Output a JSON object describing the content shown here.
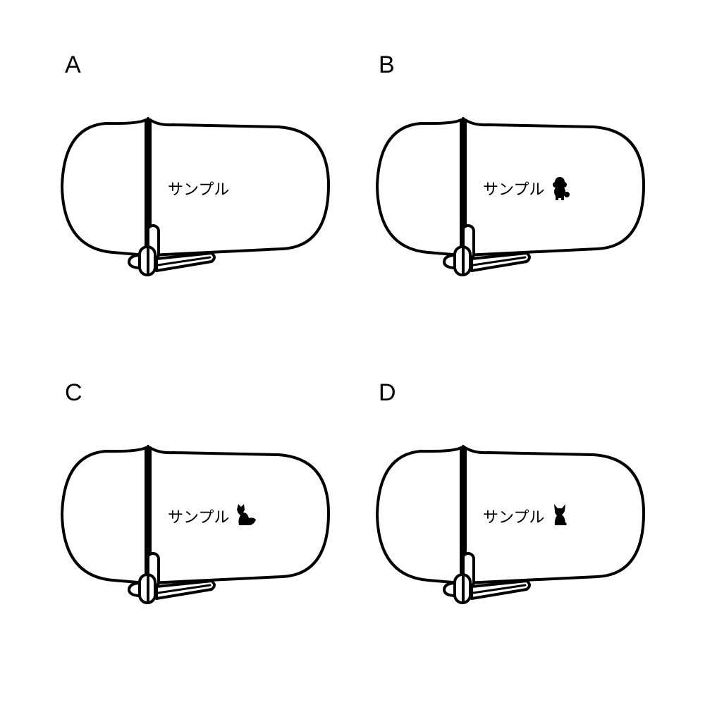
{
  "variants": [
    {
      "label": "A",
      "text": "サンプル",
      "icon": "none"
    },
    {
      "label": "B",
      "text": "サンプル",
      "icon": "poodle-icon"
    },
    {
      "label": "C",
      "text": "サンプル",
      "icon": "shiba-icon"
    },
    {
      "label": "D",
      "text": "サンプル",
      "icon": "chihuahua-icon"
    }
  ]
}
